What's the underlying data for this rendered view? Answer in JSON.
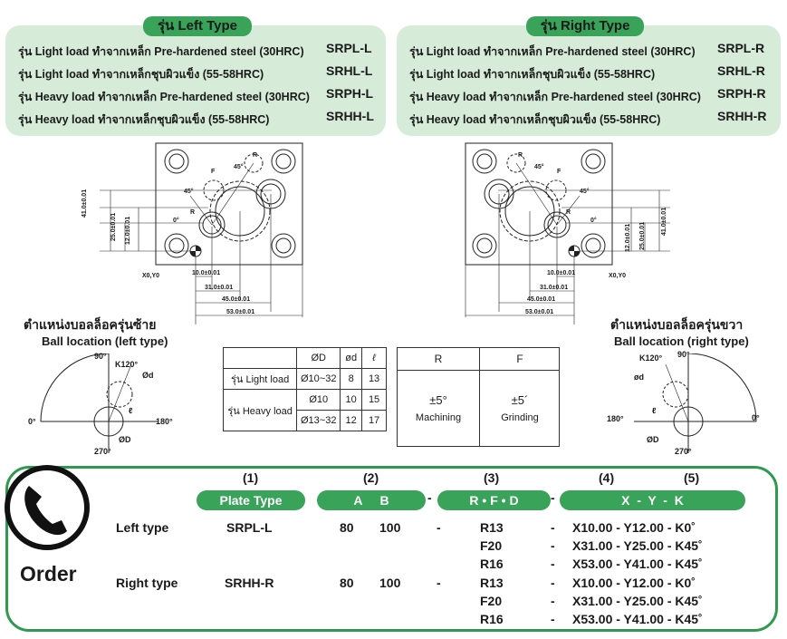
{
  "left_type": {
    "title": "รุ่น Left Type",
    "rows": [
      {
        "desc": "รุ่น Light load ทำจากเหล็ก Pre-hardened steel (30HRC)",
        "code": "SRPL-L"
      },
      {
        "desc": "รุ่น Light load ทำจากเหล็กชุบผิวแข็ง (55-58HRC)",
        "code": "SRHL-L"
      },
      {
        "desc": "รุ่น Heavy load ทำจากเหล็ก Pre-hardened steel (30HRC)",
        "code": "SRPH-L"
      },
      {
        "desc": "รุ่น Heavy load ทำจากเหล็กชุบผิวแข็ง (55-58HRC)",
        "code": "SRHH-L"
      }
    ]
  },
  "right_type": {
    "title": "รุ่น Right Type",
    "rows": [
      {
        "desc": "รุ่น Light load ทำจากเหล็ก Pre-hardened steel (30HRC)",
        "code": "SRPL-R"
      },
      {
        "desc": "รุ่น Light load ทำจากเหล็กชุบผิวแข็ง (55-58HRC)",
        "code": "SRHL-R"
      },
      {
        "desc": "รุ่น Heavy load ทำจากเหล็ก Pre-hardened steel (30HRC)",
        "code": "SRPH-R"
      },
      {
        "desc": "รุ่น Heavy load ทำจากเหล็กชุบผิวแข็ง (55-58HRC)",
        "code": "SRHH-R"
      }
    ]
  },
  "drawing_left": {
    "dims_v": [
      "41.0±0.01",
      "25.0±0.01",
      "12.0±0.01"
    ],
    "dims_h": [
      "10.0±0.01",
      "31.0±0.01",
      "45.0±0.01",
      "53.0±0.01"
    ],
    "origin": "X0,Y0",
    "angle_labels": [
      "45°",
      "45°",
      "F",
      "R",
      "0°",
      "R"
    ]
  },
  "drawing_right": {
    "dims_v": [
      "12.0±0.01",
      "25.0±0.01",
      "41.0±0.01"
    ],
    "dims_h": [
      "10.0±0.01",
      "31.0±0.01",
      "45.0±0.01",
      "53.0±0.01"
    ],
    "origin": "X0,Y0",
    "angle_labels": [
      "45°",
      "45°",
      "F",
      "R",
      "0°",
      "R"
    ]
  },
  "ball_left": {
    "title_th": "ตำแหน่งบอลล็อครุ่นซ้าย",
    "title_en": "Ball location (left type)",
    "labels": {
      "top": "90°",
      "k": "K120°",
      "d": "Ød",
      "l": "ℓ",
      "left": "0°",
      "right": "180°",
      "D": "ØD",
      "bottom": "270°"
    }
  },
  "ball_right": {
    "title_th": "ตำแหน่งบอลล็อครุ่นขวา",
    "title_en": "Ball location (right type)",
    "labels": {
      "top": "90°",
      "k": "K120°",
      "d": "ød",
      "l": "ℓ",
      "left": "180°",
      "right": "0°",
      "D": "ØD",
      "bottom": "270°"
    }
  },
  "spec_table": {
    "headers": [
      "",
      "ØD",
      "ød",
      "ℓ"
    ],
    "light": {
      "label": "รุ่น Light load",
      "D": "Ø10~32",
      "d": "8",
      "l": "13"
    },
    "heavy": {
      "label": "รุ่น Heavy load",
      "rows": [
        {
          "D": "Ø10",
          "d": "10",
          "l": "15"
        },
        {
          "D": "Ø13~32",
          "d": "12",
          "l": "17"
        }
      ]
    }
  },
  "tolerance": {
    "R": {
      "head": "R",
      "value": "±5°",
      "note": "Machining"
    },
    "F": {
      "head": "F",
      "value": "±5´",
      "note": "Grinding"
    }
  },
  "order": {
    "label": "Order",
    "indices": [
      "(1)",
      "(2)",
      "(3)",
      "(4)",
      "(5)"
    ],
    "pills": {
      "plate_type": "Plate Type",
      "ab": "A     B",
      "rfd": "R • F • D",
      "xyk": "X  -  Y  -  K"
    },
    "dash": "-",
    "rows": [
      {
        "type": "Left type",
        "code": "SRPL-L",
        "a": "80",
        "b": "100",
        "lines": [
          {
            "rfd": "R13",
            "xyk": "X10.00 - Y12.00 - K0˚"
          },
          {
            "rfd": "F20",
            "xyk": "X31.00 - Y25.00 - K45˚"
          },
          {
            "rfd": "R16",
            "xyk": "X53.00 - Y41.00 - K45˚"
          }
        ]
      },
      {
        "type": "Right type",
        "code": "SRHH-R",
        "a": "80",
        "b": "100",
        "lines": [
          {
            "rfd": "R13",
            "xyk": "X10.00 - Y12.00 - K0˚"
          },
          {
            "rfd": "F20",
            "xyk": "X31.00 - Y25.00 - K45˚"
          },
          {
            "rfd": "R16",
            "xyk": "X53.00 - Y41.00 - K45˚"
          }
        ]
      }
    ]
  },
  "colors": {
    "green": "#3aa35a",
    "light_green": "#d6ecd9",
    "border_green": "#2f9a4f"
  },
  "icons": [
    "phone-icon"
  ]
}
